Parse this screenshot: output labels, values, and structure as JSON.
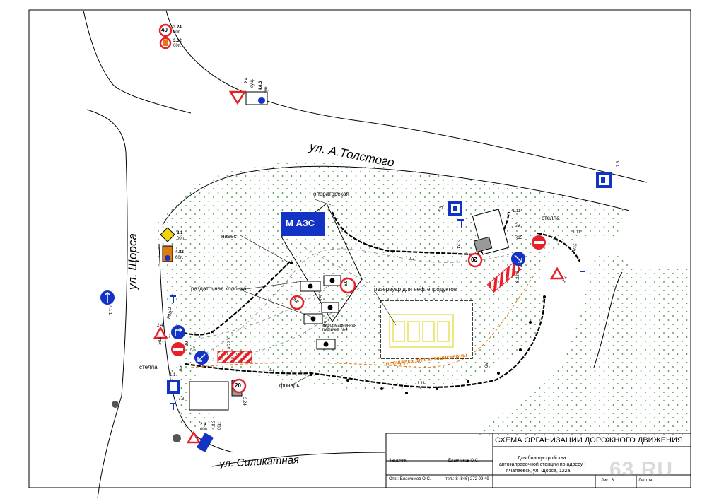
{
  "streets": {
    "tolstoy": "ул. А.Толстого",
    "shchorsa": "ул. Щорса",
    "silikatnaya": "ул. Силикатная"
  },
  "buildings": {
    "azs": "М АЗС",
    "operator": "операторская",
    "naves": "навес",
    "kolonka": "раздаточная колонка",
    "rezervuar": "резервуар для нефтепродуктов",
    "ploshchadka": "площадка для автоцистерны",
    "info_tablichka": "информационная табличка №4",
    "stella_top": "стелла",
    "stella_left": "стелла",
    "fonar": "фонарь"
  },
  "signs": {
    "s324_top": {
      "value": "40",
      "code": "3.24",
      "status": "00п."
    },
    "s332_top": {
      "code": "3.32",
      "status": "00п."
    },
    "s24_upper": {
      "code": "2.4",
      "status": "сущ."
    },
    "s483_upper": {
      "code": "4.8.3",
      "status": "сущ."
    },
    "s21": {
      "code": "2.1",
      "status": "00п."
    },
    "s482_left": {
      "code": "4.82",
      "status": "00п."
    },
    "s411": {
      "code": "4.1.1"
    },
    "s73_top": {
      "code": "7.3"
    },
    "s73_mid": {
      "code": "7.3"
    },
    "s20_top": {
      "value": "20",
      "code": "3.24"
    },
    "s20_bottom": {
      "value": "20",
      "code": "3.24"
    },
    "s50_a": {
      "value": "5.0",
      "code": "5.0"
    },
    "s50_b": {
      "value": "5.0"
    },
    "s421": {
      "code": "4.2.1"
    },
    "s8223": {
      "code": "8.22.3"
    },
    "s24_right": {
      "code": "2.4"
    },
    "s412": {
      "code": "4.1.2"
    },
    "s422": {
      "code": "4.2.2"
    },
    "s8221": {
      "code": "8.22.1"
    },
    "s73_bottom": {
      "code": "7.3"
    },
    "s24_bottom": {
      "code": "2.4",
      "status": "00п."
    },
    "s483_bottom": {
      "code": "4.8.3",
      "status": "00п."
    },
    "s11_left": {
      "code": "1.1",
      "code2": "1.11"
    },
    "s3_code": {
      "code": "3."
    }
  },
  "dimensions": {
    "r15_top": "R15",
    "r15_left": "R15",
    "r15_right": "R15",
    "m5_top": "5м",
    "m5_top2": "5м",
    "m5_left": "5м",
    "m3_left": "3м",
    "m15_right": "15м",
    "m6": "6м",
    "d55a": "5,5",
    "d55b": "5,5",
    "l27_top": "2.7",
    "l27_bottom": "2.7",
    "l111_a": "1.11",
    "l111_b": "1.11",
    "l111_c": "1.11",
    "l111_d": "1.11",
    "l24_left": "2.4"
  },
  "title_block": {
    "title": "СХЕМА ОРГАНИЗАЦИИ ДОРОЖНОГО ДВИЖЕНИЯ",
    "customer_label": "Заказчик",
    "customer_name": "Еланчиков О.С.",
    "purpose_line1": "Для благоустройства",
    "purpose_line2": "автозаправочной станции по адресу :",
    "purpose_line3": "г.Чапаевск, ул. Щорса, 122а",
    "responsible": "Отв.: Еланчиков О.С.",
    "phone": "тел.: 8 (846) 272 99 49",
    "sheet": "Лист 3",
    "sheets": "Листов"
  },
  "watermark": "63.RU",
  "colors": {
    "green_dots": "#2e8b2e",
    "blue": "#1233c4",
    "red": "#e8202a",
    "orange": "#e07a10"
  }
}
